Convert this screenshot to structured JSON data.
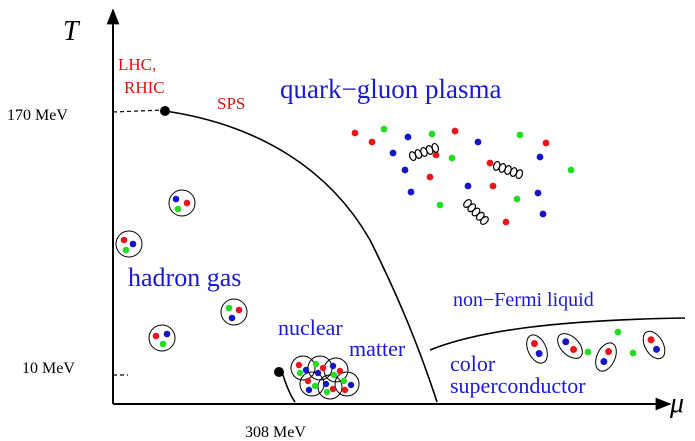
{
  "axes": {
    "y_label": "T",
    "x_label": "μ",
    "y_ticks": [
      "170 MeV",
      "10 MeV"
    ],
    "x_ticks": [
      "308 MeV"
    ]
  },
  "labels": {
    "lhc": "LHC,",
    "rhic": "RHIC",
    "sps": "SPS",
    "qgp": "quark−gluon plasma",
    "hadron_gas": "hadron gas",
    "nuclear": "nuclear",
    "matter": "matter",
    "non_fermi": "non−Fermi liquid",
    "color": "color",
    "superconductor": "superconductor"
  },
  "colors": {
    "blue_text": "#1a1ad6",
    "red_text": "#e01010",
    "quark_red": "#e8151b",
    "quark_green": "#22dd22",
    "quark_blue": "#1515c8",
    "line": "#000000"
  }
}
